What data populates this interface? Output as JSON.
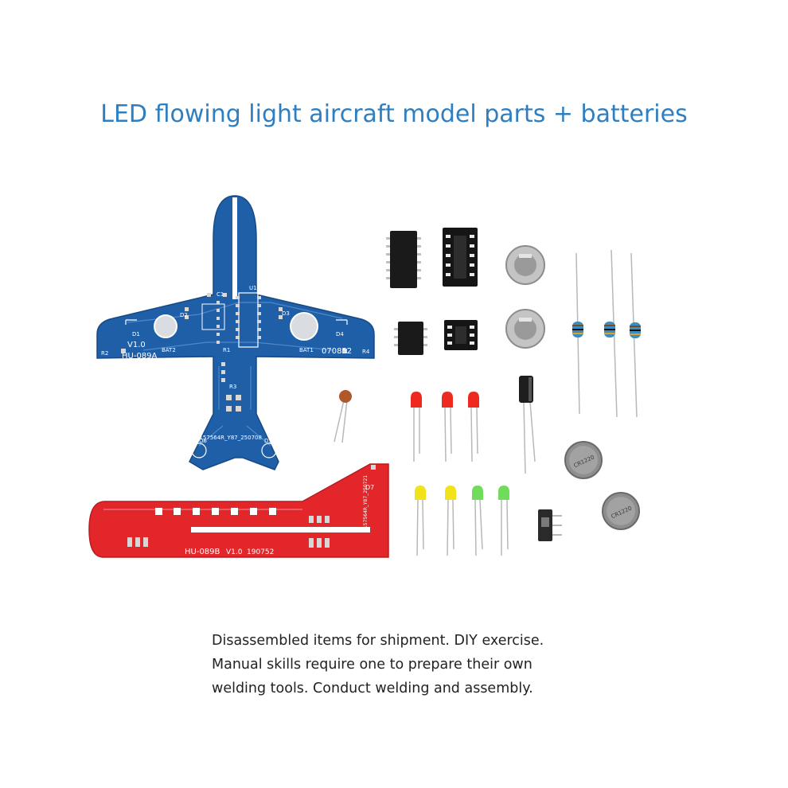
{
  "title": "LED flowing light aircraft model parts + batteries",
  "colors": {
    "title": "#2f7fc0",
    "blue_pcb": "#1f5fa8",
    "red_pcb": "#e3262a",
    "caption": "#222222"
  },
  "blue_board": {
    "model": "HU-089A",
    "version": "V1.0",
    "code": "070852",
    "serial": "1157564R_Y87_250708",
    "labels": {
      "r2": "R2",
      "r4": "R4",
      "d1": "D1",
      "d2": "D2",
      "d3": "D3",
      "d4": "D4",
      "d5": "D5",
      "d6": "D6",
      "bat1": "BAT1",
      "bat2": "BAT2",
      "u1": "U1",
      "c1": "C1",
      "r1": "R1",
      "r3": "R3"
    }
  },
  "red_board": {
    "model": "HU-089B",
    "version": "V1.0",
    "code": "190752",
    "label": "D7",
    "serial": "1157564R_Y87_250721"
  },
  "battery_text": "CR1220",
  "caption_lines": [
    "Disassembled items for shipment. DIY exercise.",
    "Manual skills require one to prepare their own",
    "welding tools. Conduct welding and assembly."
  ]
}
